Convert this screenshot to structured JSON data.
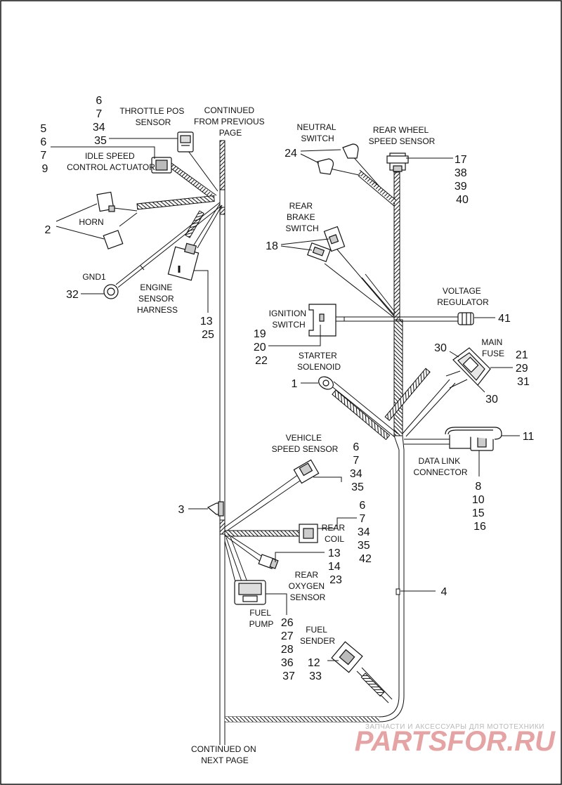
{
  "labels": {
    "continued_from": [
      "CONTINUED",
      "FROM PREVIOUS",
      "PAGE"
    ],
    "continued_on": [
      "CONTINUED ON",
      "NEXT PAGE"
    ],
    "throttle_pos_sensor": [
      "THROTTLE POS",
      "SENSOR"
    ],
    "idle_speed_control_actuator": [
      "IDLE SPEED",
      "CONTROL ACTUATOR"
    ],
    "horn": [
      "HORN"
    ],
    "gnd1": [
      "GND1"
    ],
    "engine_sensor_harness": [
      "ENGINE",
      "SENSOR",
      "HARNESS"
    ],
    "neutral_switch": [
      "NEUTRAL",
      "SWITCH"
    ],
    "rear_wheel_speed_sensor": [
      "REAR WHEEL",
      "SPEED SENSOR"
    ],
    "rear_brake_switch": [
      "REAR",
      "BRAKE",
      "SWITCH"
    ],
    "voltage_regulator": [
      "VOLTAGE",
      "REGULATOR"
    ],
    "ignition_switch": [
      "IGNITION",
      "SWITCH"
    ],
    "starter_solenoid": [
      "STARTER",
      "SOLENOID"
    ],
    "main_fuse": [
      "MAIN",
      "FUSE"
    ],
    "data_link_connector": [
      "DATA LINK",
      "CONNECTOR"
    ],
    "vehicle_speed_sensor": [
      "VEHICLE",
      "SPEED SENSOR"
    ],
    "rear_coil": [
      "REAR",
      "COIL"
    ],
    "rear_oxygen_sensor": [
      "REAR",
      "OXYGEN",
      "SENSOR"
    ],
    "fuel_pump": [
      "FUEL",
      "PUMP"
    ],
    "fuel_sender": [
      "FUEL",
      "SENDER"
    ]
  },
  "callouts": {
    "throttle_pos": [
      "6",
      "7",
      "34",
      "35"
    ],
    "idle_speed": [
      "5",
      "6",
      "7",
      "9"
    ],
    "horn": [
      "2"
    ],
    "gnd1": [
      "32"
    ],
    "engine_sensor_harness": [
      "13",
      "25"
    ],
    "neutral_switch": [
      "24"
    ],
    "rear_wheel_speed": [
      "17",
      "38",
      "39",
      "40"
    ],
    "rear_brake_switch": [
      "18"
    ],
    "voltage_regulator": [
      "41"
    ],
    "ignition_switch": [
      "19",
      "20",
      "22"
    ],
    "starter_solenoid": [
      "1"
    ],
    "main_fuse_top": [
      "30"
    ],
    "main_fuse_side": [
      "21",
      "29",
      "31"
    ],
    "main_fuse_bottom": [
      "30"
    ],
    "data_link_11": [
      "11"
    ],
    "data_link": [
      "8",
      "10",
      "15",
      "16"
    ],
    "vehicle_speed": [
      "6",
      "7",
      "34",
      "35"
    ],
    "clip": [
      "3"
    ],
    "rear_coil": [
      "6",
      "7",
      "34",
      "35",
      "42"
    ],
    "rear_oxygen": [
      "13",
      "14",
      "23"
    ],
    "harness": [
      "4"
    ],
    "fuel_pump": [
      "26",
      "27",
      "28",
      "36",
      "37"
    ],
    "fuel_sender": [
      "12",
      "33"
    ]
  },
  "watermark": {
    "line1": "ЗАПЧАСТИ И АКСЕССУАРЫ ДЛЯ МОТОТЕХНИКИ",
    "line2": "PARTSFOR.RU"
  }
}
